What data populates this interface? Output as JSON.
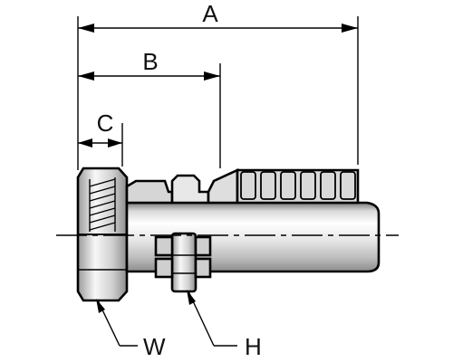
{
  "labels": {
    "dim_a": "A",
    "dim_b": "B",
    "dim_c": "C",
    "callout_w": "W",
    "callout_h": "H"
  },
  "colors": {
    "line": "#000000",
    "metal_light": "#f4f4f4",
    "metal_mid": "#c8c8c8",
    "metal_dark": "#8a8a8a"
  }
}
